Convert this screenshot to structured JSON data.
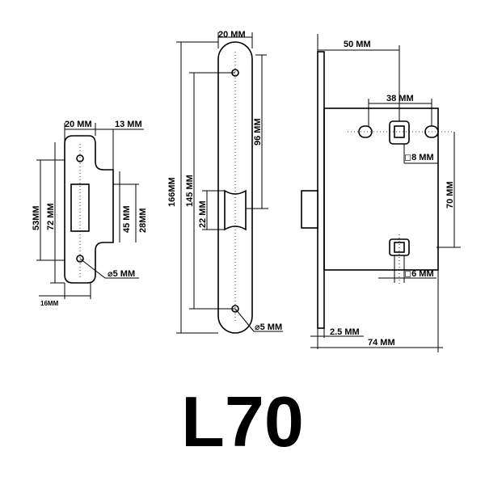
{
  "product_code": "L70",
  "strike_plate": {
    "width": "20 MM",
    "lip": "13 MM",
    "height_outer": "53MM",
    "height_hole_spacing": "72 MM",
    "opening_height": "45 MM",
    "opening_inner": "28MM",
    "bottom_offset": "16MM",
    "hole_diameter": "⌀5 MM"
  },
  "faceplate": {
    "width": "20 MM",
    "total_height": "166MM",
    "hole_spacing": "145 MM",
    "upper_to_latch": "96 MM",
    "latch_height": "22 MM",
    "hole_diameter": "⌀5 MM"
  },
  "lock_body": {
    "backset": "50 MM",
    "spindle_spacing": "38 MM",
    "spindle_square": "◻8 MM",
    "center_distance": "70 MM",
    "lower_square": "◻6 MM",
    "faceplate_thickness": "2.5 MM",
    "depth": "74 MM"
  }
}
